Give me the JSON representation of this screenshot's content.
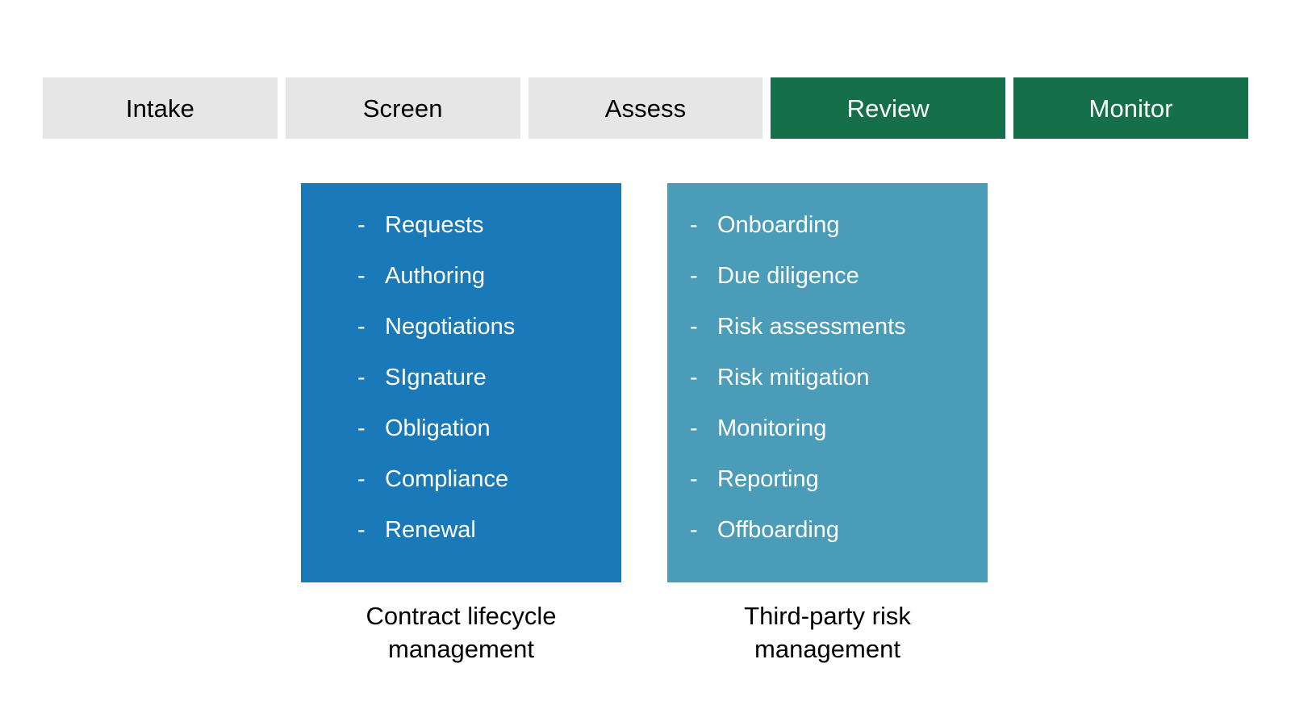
{
  "phase_bar": {
    "name": "process-phase-bar",
    "colors": {
      "inactive_bg": "#e6e6e6",
      "inactive_text": "#000000",
      "active_bg": "#157049",
      "active_text": "#ffffff"
    },
    "phases": [
      {
        "label": "Intake",
        "state": "inactive"
      },
      {
        "label": "Screen",
        "state": "inactive"
      },
      {
        "label": "Assess",
        "state": "inactive"
      },
      {
        "label": "Review",
        "state": "active"
      },
      {
        "label": "Monitor",
        "state": "active"
      }
    ]
  },
  "columns": [
    {
      "key": "clm",
      "color": "#1a79b8",
      "caption_line1": "Contract lifecycle",
      "caption_line2": "management",
      "items": [
        {
          "bullet": "-",
          "label": "Requests"
        },
        {
          "bullet": "-",
          "label": "Authoring"
        },
        {
          "bullet": "-",
          "label": "Negotiations"
        },
        {
          "bullet": "-",
          "label": "SIgnature"
        },
        {
          "bullet": "-",
          "label": "Obligation"
        },
        {
          "bullet": "-",
          "label": "Compliance"
        },
        {
          "bullet": "-",
          "label": "Renewal"
        }
      ]
    },
    {
      "key": "tprm",
      "color": "#4a9cb8",
      "caption_line1": "Third-party risk",
      "caption_line2": "management",
      "items": [
        {
          "bullet": "-",
          "label": "Onboarding"
        },
        {
          "bullet": "-",
          "label": "Due diligence"
        },
        {
          "bullet": "-",
          "label": "Risk assessments"
        },
        {
          "bullet": "-",
          "label": "Risk mitigation"
        },
        {
          "bullet": "-",
          "label": "Monitoring"
        },
        {
          "bullet": "-",
          "label": "Reporting"
        },
        {
          "bullet": "-",
          "label": "Offboarding"
        }
      ]
    }
  ]
}
